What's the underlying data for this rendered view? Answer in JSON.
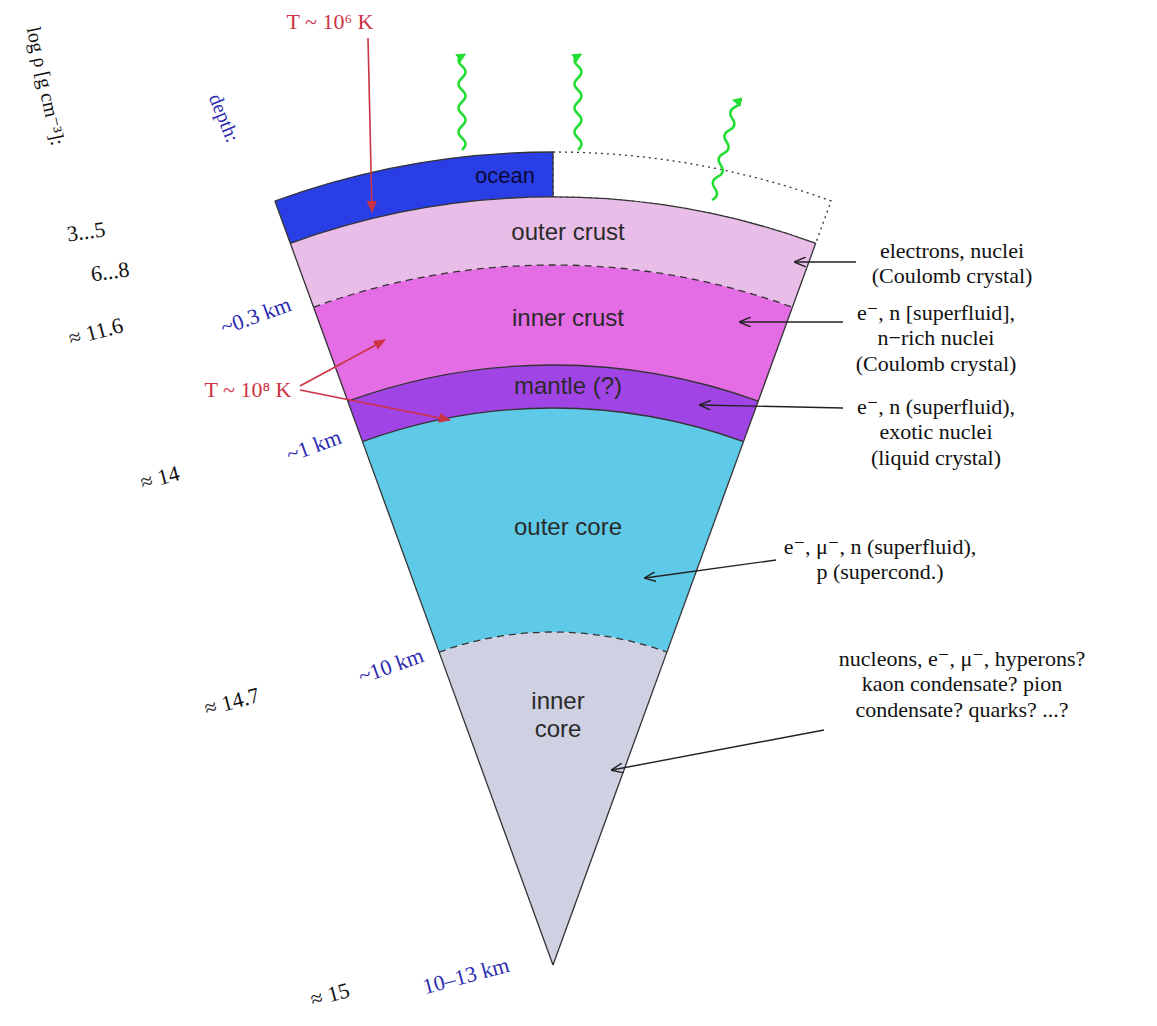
{
  "diagram": {
    "nodes": [
      {
        "text": [
          "ocean"
        ]
      },
      {
        "text": [
          "outer crust"
        ]
      },
      {
        "text": [
          "inner crust"
        ]
      },
      {
        "text": [
          "mantle (?)"
        ]
      },
      {
        "text": [
          "outer core"
        ]
      },
      {
        "text": [
          "inner core"
        ]
      }
    ],
    "labels": [
      "log ρ [g cm⁻³]:",
      "depth:",
      "3...5",
      "6...8",
      "≈ 11.6",
      "~0.3 km",
      "≈ 14",
      "~1 km",
      "≈ 14.7",
      "~10 km",
      "≈ 15",
      "10–13 km",
      "T ~ 10⁶ K",
      "T ~ 10⁸ K",
      "electrons, nuclei (Coulomb crystal)",
      "e⁻, n [superfluid], n−rich nuclei (Coulomb crystal)",
      "e⁻, n (superfluid), exotic nuclei (liquid crystal)",
      "e⁻, μ⁻, n (superfluid), p (supercond.)",
      "nucleons, e⁻, μ⁻, hyperons? kaon condensate? pion condensate? quarks? ...?"
    ]
  }
}
